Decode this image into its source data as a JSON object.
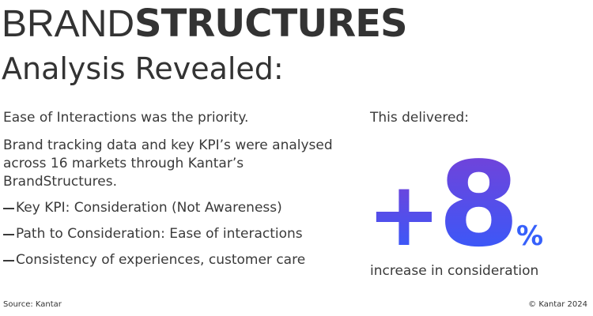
{
  "header": {
    "brand_light": "BRAND",
    "brand_bold": "STRUCTURES",
    "headline": "Analysis Revealed:"
  },
  "left": {
    "intro": "Ease of Interactions was the priority.",
    "body": "Brand tracking data and key KPI’s were analysed across 16 markets through Kantar’s BrandStructures.",
    "bullets": [
      "Key KPI: Consideration  (Not Awareness)",
      "Path to Consideration: Ease of interactions",
      "Consistency of experiences, customer care"
    ]
  },
  "right": {
    "lead": "This delivered:",
    "stat_sign": "+",
    "stat_value": "8",
    "stat_unit": "%",
    "caption": "increase in consideration",
    "gradient_top": "#7b3fd4",
    "gradient_bottom": "#2e5dff"
  },
  "footer": {
    "source": "Source: Kantar",
    "copyright": "© Kantar 2024"
  }
}
